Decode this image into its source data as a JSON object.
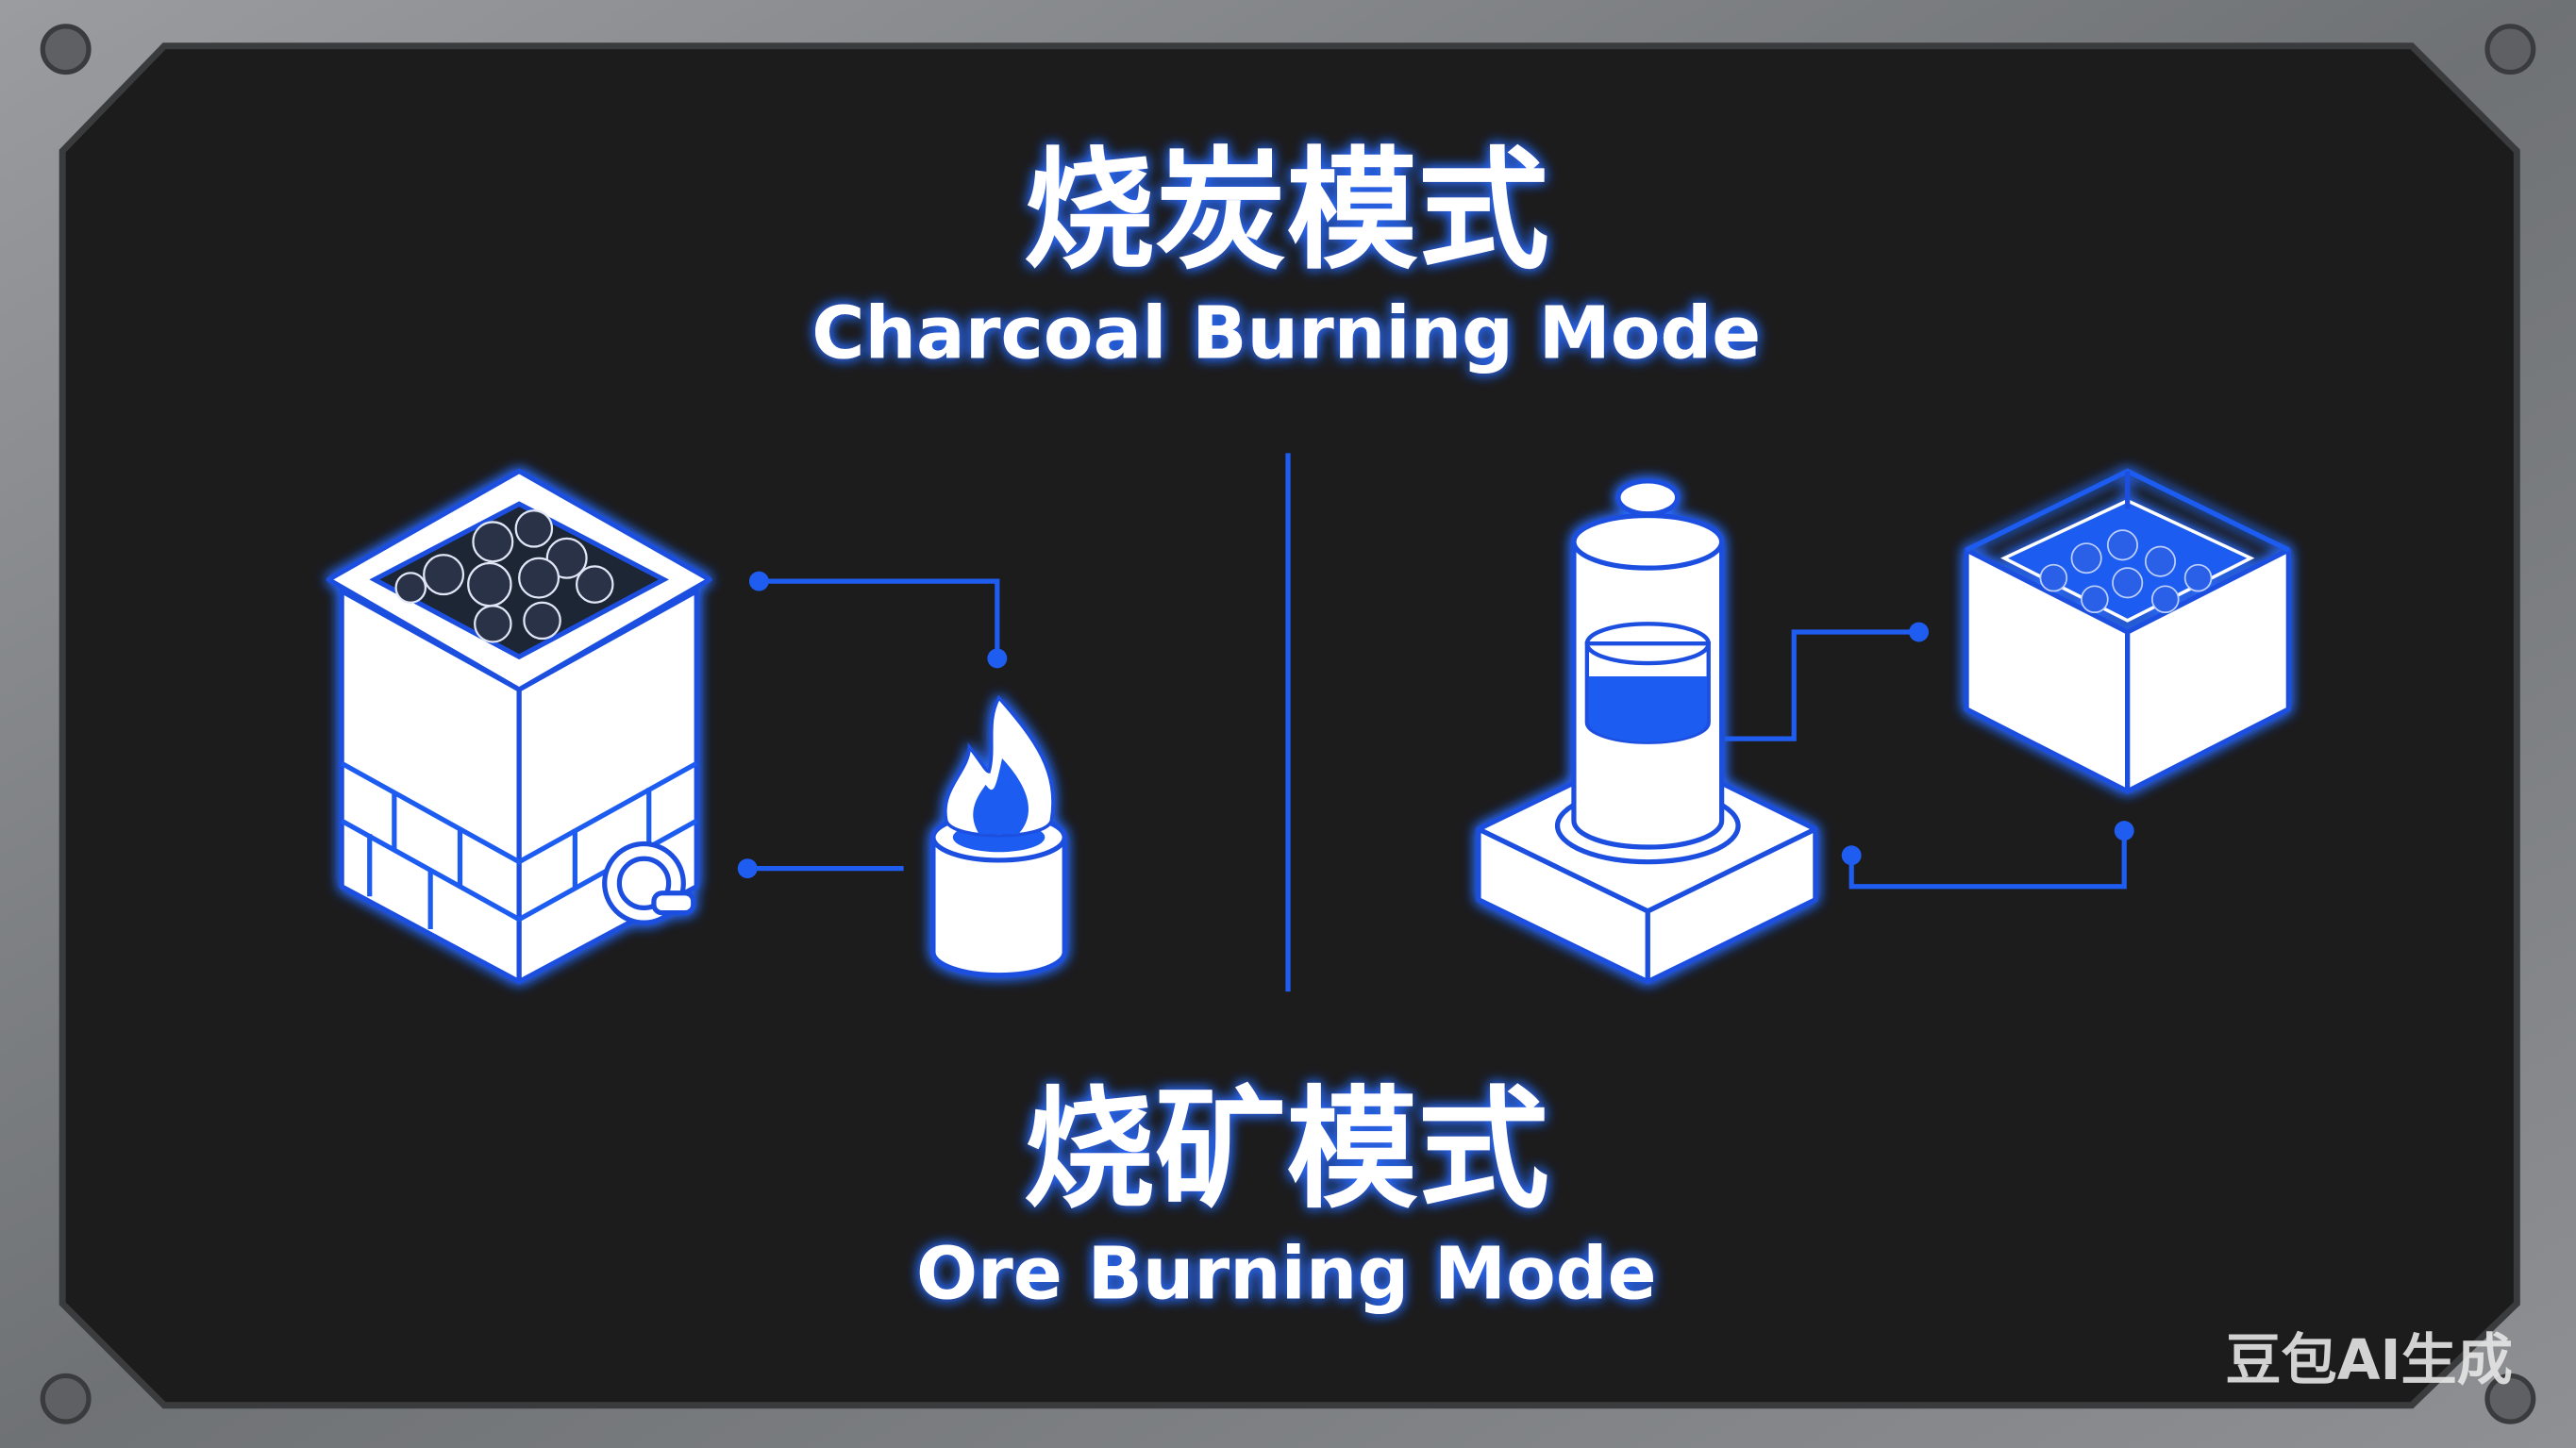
{
  "top_section": {
    "title_cn": "烧炭模式",
    "title_en": "Charcoal Burning Mode"
  },
  "bottom_section": {
    "title_cn": "烧矿模式",
    "title_en": "Ore Burning Mode"
  },
  "watermark": "豆包AI生成",
  "colors": {
    "accent": "#1f5cf0",
    "panel": "#1c1c1d",
    "frame": "#8a8d90",
    "text": "#ffffff"
  },
  "icons": [
    "charcoal-kiln-icon",
    "flame-burner-icon",
    "ore-furnace-column-icon",
    "ore-crucible-box-icon"
  ]
}
